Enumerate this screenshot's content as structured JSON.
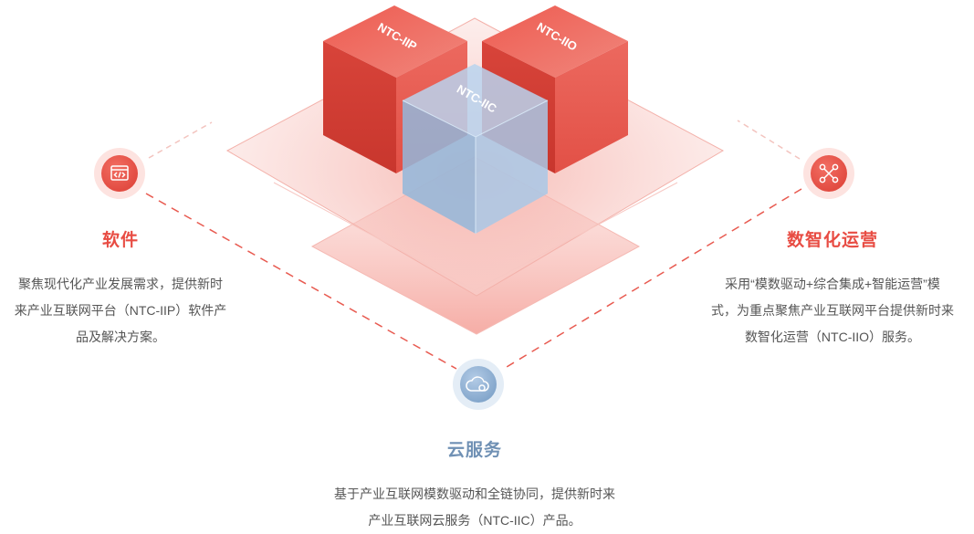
{
  "cubes": {
    "iip": "NTC-IIP",
    "iio": "NTC-IIO",
    "iic": "NTC-IIC"
  },
  "nodes": {
    "software": {
      "icon": "code-window-icon",
      "title": "软件",
      "desc": [
        "聚焦现代化产业发展需求，提供新时",
        "来产业互联网平台（NTC-IIP）软件产",
        "品及解决方案。"
      ]
    },
    "operations": {
      "icon": "network-nodes-icon",
      "title": "数智化运营",
      "desc": [
        "采用“模数驱动+综合集成+智能运营”模",
        "式，为重点聚焦产业互联网平台提供新时来",
        "数智化运营（NTC-IIO）服务。"
      ]
    },
    "cloud": {
      "icon": "cloud-icon",
      "title": "云服务",
      "desc": [
        "基于产业互联网模数驱动和全链协同，提供新时来",
        "产业互联网云服务（NTC-IIC）产品。"
      ]
    }
  },
  "colors": {
    "red": "#e84c43",
    "red_dark": "#d43e33",
    "red_light": "#f2786e",
    "blue": "#8fb3d8",
    "blue_label": "#6f90b4",
    "text": "#555555"
  }
}
